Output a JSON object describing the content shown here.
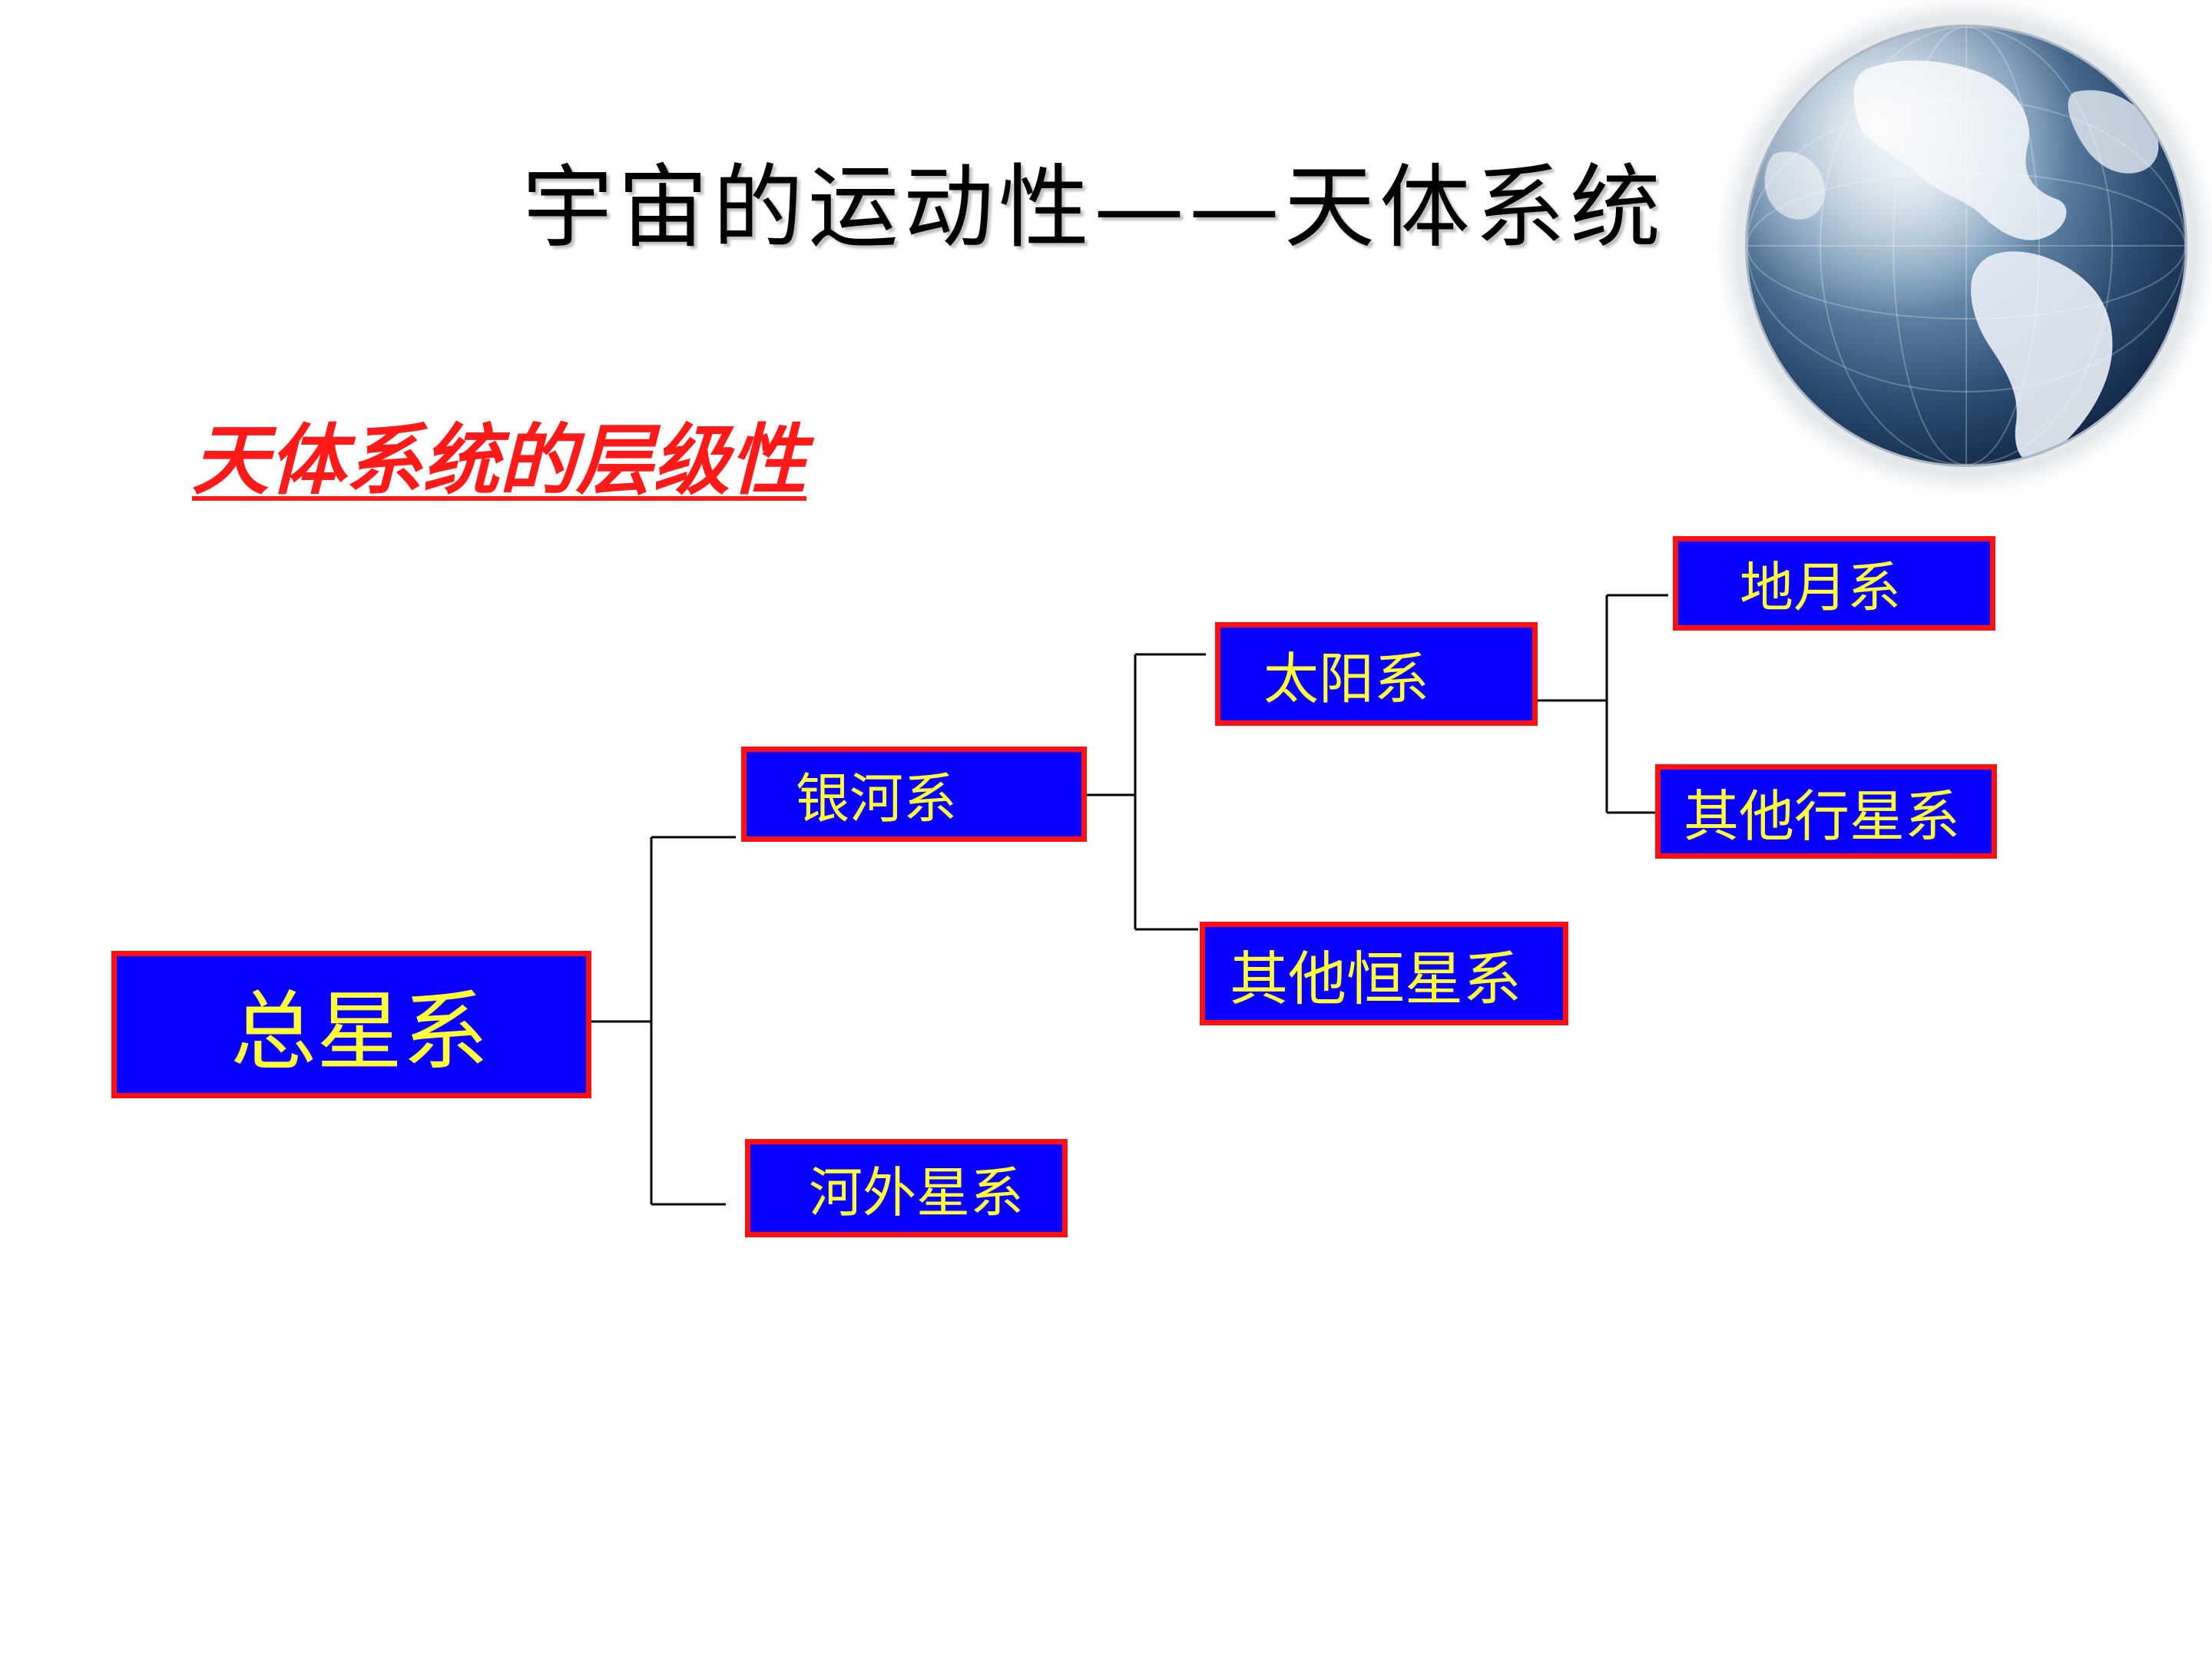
{
  "slide": {
    "title": "宇宙的运动性——天体系统",
    "subtitle": "天体系统的层级性"
  },
  "diagram": {
    "nodes": {
      "total_galaxy": "总星系",
      "milky_way": "银河系",
      "extragalactic": "河外星系",
      "solar_system": "太阳系",
      "other_star_systems": "其他恒星系",
      "earth_moon_system": "地月系",
      "other_planetary_systems": "其他行星系"
    },
    "hierarchy": [
      {
        "parent": "total_galaxy",
        "children": [
          "milky_way",
          "extragalactic"
        ]
      },
      {
        "parent": "milky_way",
        "children": [
          "solar_system",
          "other_star_systems"
        ]
      },
      {
        "parent": "solar_system",
        "children": [
          "earth_moon_system",
          "other_planetary_systems"
        ]
      }
    ]
  },
  "colors": {
    "node_fill": "#0a00ff",
    "node_border": "#ff1010",
    "node_text": "#ffff33",
    "subtitle_text": "#ff1a1a",
    "title_text": "#000000",
    "connector": "#000000"
  }
}
